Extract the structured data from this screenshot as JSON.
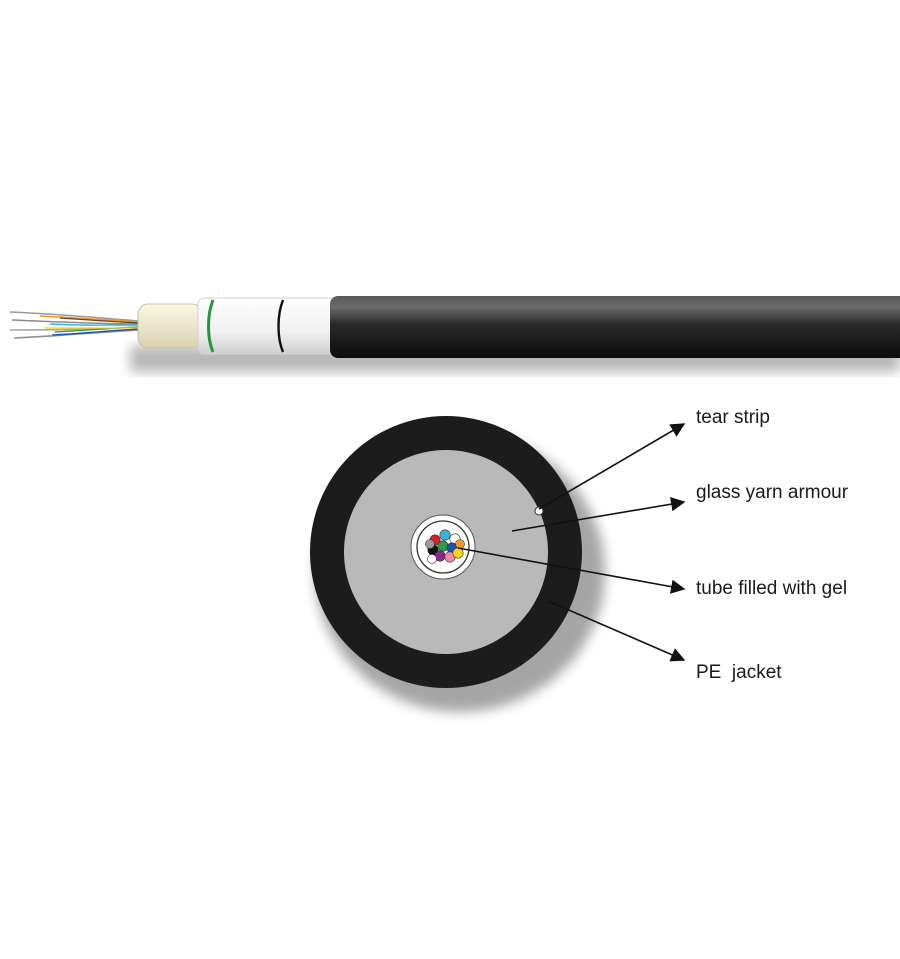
{
  "labels": {
    "tear_strip": "tear strip",
    "glass_yarn_armour": "glass yarn armour",
    "tube_filled_with_gel": "tube filled with gel",
    "pe_jacket": "PE  jacket"
  },
  "colors": {
    "jacket": "#1c1c1c",
    "armour": "#b9b9b9",
    "tube": "#ffffff",
    "gel": "#f5efcf",
    "marker_stripe": "#1f9a3a",
    "fibers": [
      "#e11b22",
      "#1e4fb5",
      "#f39a1e",
      "#2aa148",
      "#6b3f1f",
      "#9a9a9a",
      "#ffffff",
      "#111111",
      "#f5d21c",
      "#8a2a8f",
      "#f08aa8",
      "#35b6d8"
    ]
  }
}
